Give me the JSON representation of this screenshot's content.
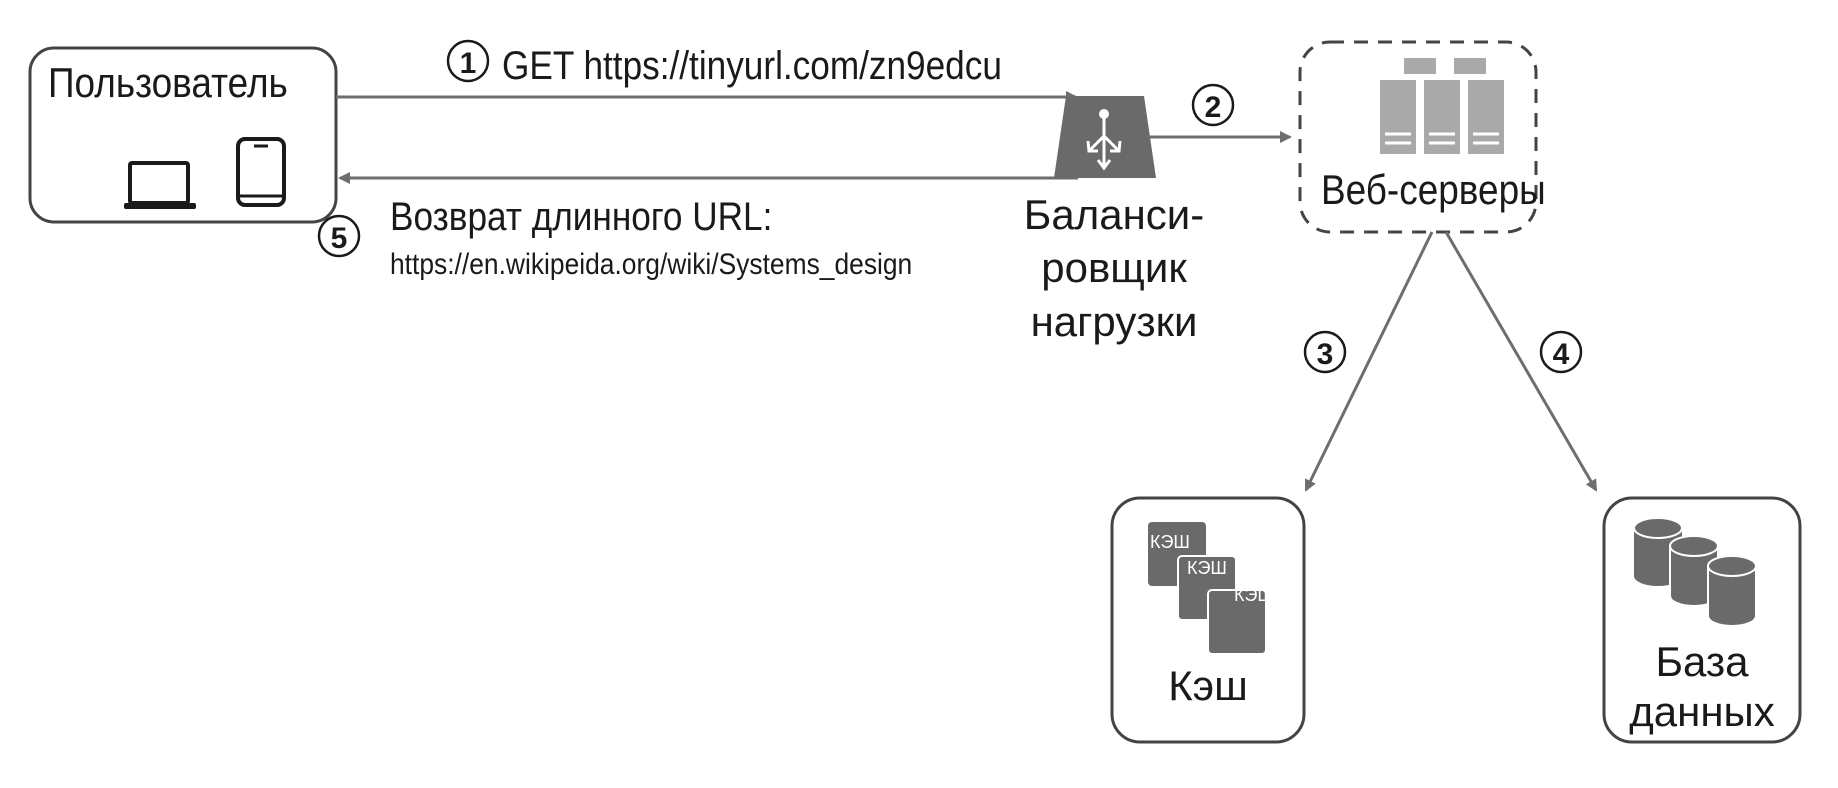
{
  "nodes": {
    "user": {
      "label": "Пользователь"
    },
    "load_balancer": {
      "label_lines": [
        "Баланси-",
        "ровщик",
        "нагрузки"
      ]
    },
    "web_servers": {
      "label": "Веб-серверы"
    },
    "cache": {
      "label": "Кэш",
      "tile_labels": [
        "КЭШ",
        "КЭШ",
        "КЭШ"
      ]
    },
    "database": {
      "label_lines": [
        "База",
        "данных"
      ]
    }
  },
  "steps": [
    {
      "number": "1",
      "text": "GET https://tinyurl.com/zn9edcu"
    },
    {
      "number": "2",
      "text": ""
    },
    {
      "number": "3",
      "text": ""
    },
    {
      "number": "4",
      "text": ""
    },
    {
      "number": "5",
      "text": "Возврат длинного URL:",
      "subtext": "https://en.wikipeida.org/wiki/Systems_design"
    }
  ],
  "colors": {
    "line": "#6e6e6e",
    "box_border": "#444444",
    "icon_dark": "#6a6a6a",
    "icon_light": "#a9a9a9"
  }
}
